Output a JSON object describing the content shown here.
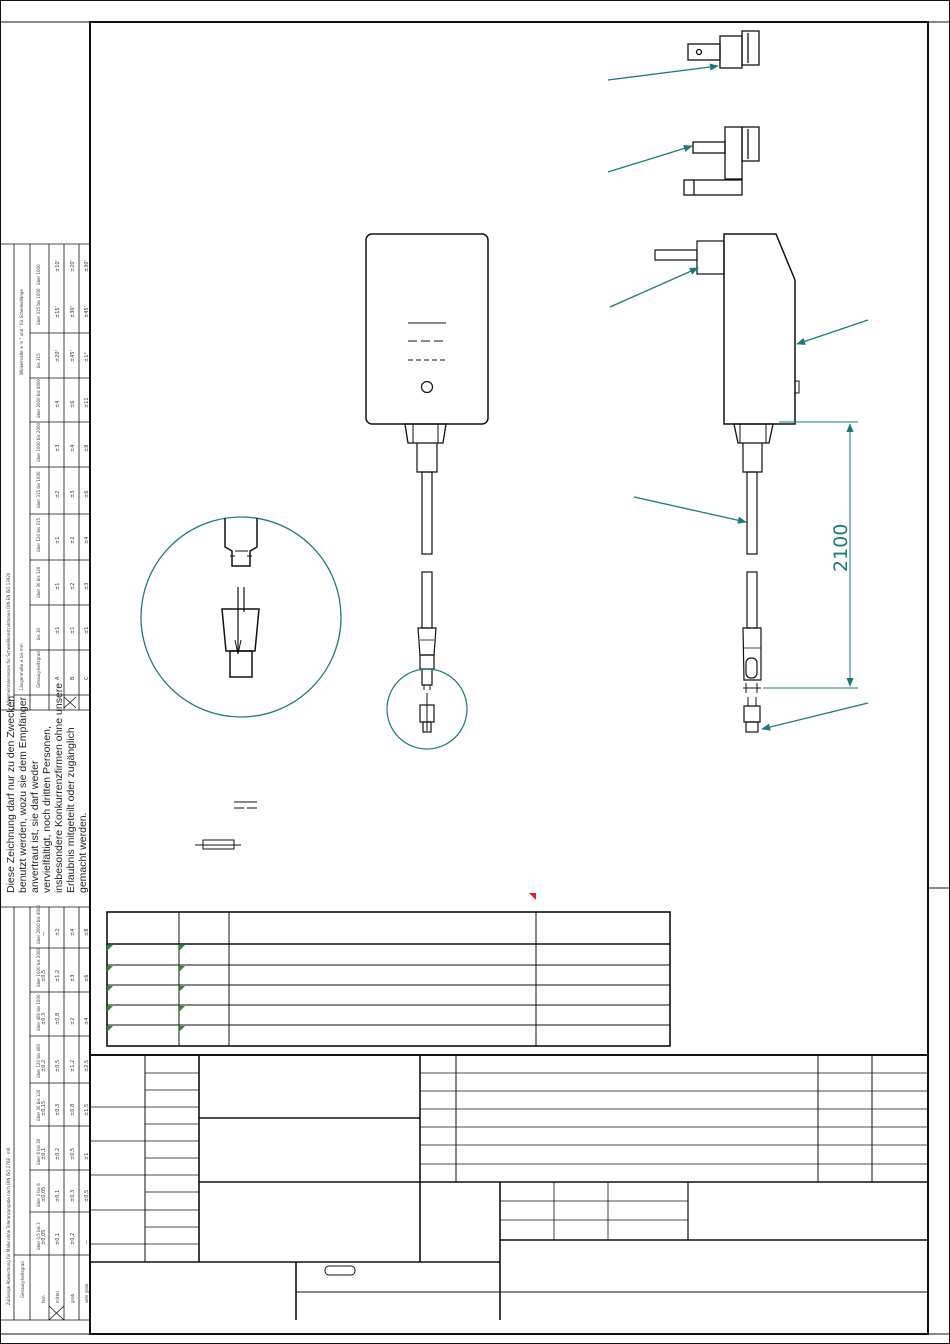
{
  "dimension": {
    "cable_length": "2100"
  },
  "notice_lines": [
    "Diese Zeichnung darf nur zu den Zwecken",
    "benutzt werden, wozu sie dem Empfänger",
    "anvertraut ist, sie darf weder",
    "vervielfältigt, noch dritten Personen,",
    "insbesondere Konkurrenzfirmen ohne unsere",
    "Erlaubnis mitgeteilt oder zugänglich",
    "gemacht werden."
  ],
  "tolerance_table_upper": {
    "title": "Allgemeintoleranzen für Schweißkonstruktionen DIN EN ISO 13920",
    "header_length": "Längenmaße ± bis mm",
    "header_angle": "Winkelmaße ± in ° und ' für Schenkellänge",
    "class_label": "Genauig-keitsgrad",
    "ranges": [
      "bis 30",
      "über 30 bis 120",
      "über 120 bis 315",
      "über 315 bis 1000",
      "über 1000 bis 2000",
      "über 2000 bis 4000",
      "bis 315",
      "über 315 bis 1000",
      "über 1000"
    ],
    "rows": [
      {
        "grade": "A",
        "values": [
          "±1",
          "±1",
          "±1",
          "±2",
          "±3",
          "±4",
          "±20'",
          "±15'",
          "±10'"
        ]
      },
      {
        "grade": "B",
        "values": [
          "±1",
          "±2",
          "±2",
          "±3",
          "±4",
          "±6",
          "±45'",
          "±30'",
          "±20'"
        ]
      },
      {
        "grade": "C",
        "values": [
          "±1",
          "±3",
          "±4",
          "±6",
          "±8",
          "±11",
          "±1°",
          "±45'",
          "±30'"
        ]
      }
    ]
  },
  "tolerance_table_lower": {
    "title": "Zulässige Abweichung für Maße ohne Toleranzangabe nach DIN ISO 2768 - mK",
    "class_label": "Genauig-keitsgrad",
    "ranges": [
      "über 0,5 bis 3",
      "über 3 bis 6",
      "über 6 bis 30",
      "über 30 bis 120",
      "über 120 bis 400",
      "über 400 bis 1000",
      "über 1000 bis 2000",
      "über 2000 bis 4000"
    ],
    "rows": [
      {
        "grade": "fein",
        "values": [
          "±0,05",
          "±0,05",
          "±0,1",
          "±0,15",
          "±0,2",
          "±0,3",
          "±0,5",
          "—"
        ]
      },
      {
        "grade": "mittel",
        "values": [
          "±0,1",
          "±0,1",
          "±0,2",
          "±0,3",
          "±0,5",
          "±0,8",
          "±1,2",
          "±2"
        ]
      },
      {
        "grade": "grob",
        "values": [
          "±0,2",
          "±0,3",
          "±0,5",
          "±0,8",
          "±1,2",
          "±2",
          "±3",
          "±4"
        ]
      },
      {
        "grade": "sehr grob",
        "values": [
          "—",
          "±0,5",
          "±1",
          "±1,5",
          "±2,5",
          "±4",
          "±6",
          "±8"
        ]
      }
    ]
  }
}
